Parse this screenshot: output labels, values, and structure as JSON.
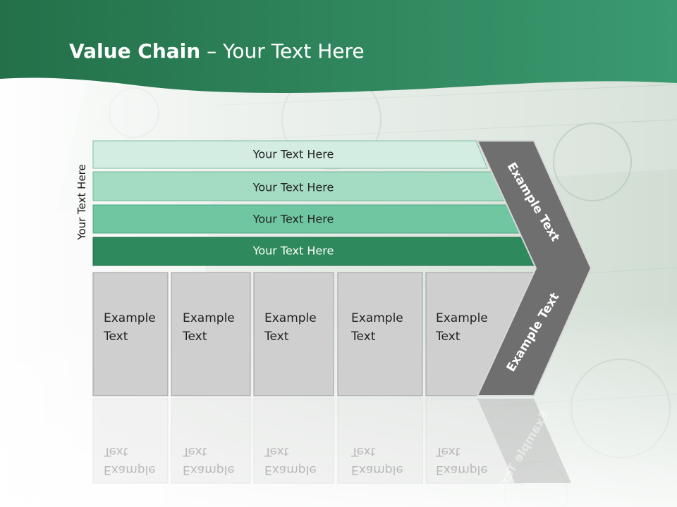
{
  "slide": {
    "title_bold": "Value Chain",
    "title_rest": " – Your Text Here",
    "side_label": "Your Text Here",
    "bars": [
      {
        "label": "Your Text Here",
        "color": "#d3ede3"
      },
      {
        "label": "Your Text Here",
        "color": "#a4dcc3"
      },
      {
        "label": "Your Text Here",
        "color": "#6ec7a1"
      },
      {
        "label": "Your Text Here",
        "color": "#2e8a5c"
      }
    ],
    "boxes": [
      {
        "label": "Example\nText"
      },
      {
        "label": "Example\nText"
      },
      {
        "label": "Example\nText"
      },
      {
        "label": "Example\nText"
      },
      {
        "label": "Example\nText"
      }
    ],
    "chevron_top": "Example Text",
    "chevron_bottom": "Example Text",
    "colors": {
      "header": "#2a7a52",
      "chevron": "#6f6f6f",
      "box": "#cfcfcf"
    }
  }
}
